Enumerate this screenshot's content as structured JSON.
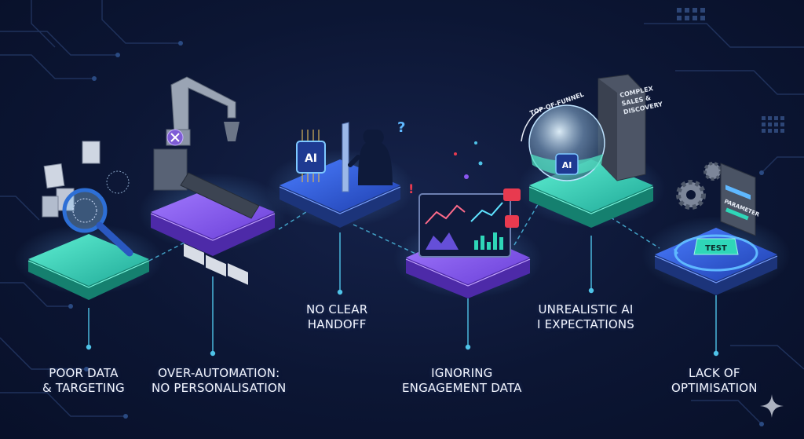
{
  "colors": {
    "background": "#0c1634",
    "teal": "#2fd6b8",
    "purple": "#8a56f0",
    "blue": "#2f5fd9",
    "connector": "#4fc3e8",
    "text": "#f3f6ff"
  },
  "stages": [
    {
      "id": "poor-data",
      "label_lines": [
        "POOR DATA",
        "& TARGETING"
      ],
      "color": "teal",
      "icon": "magnifying-glass-icon"
    },
    {
      "id": "over-automation",
      "label_lines": [
        "OVER-AUTOMATION:",
        "NO PERSONALISATION"
      ],
      "color": "purple",
      "icon": "robotic-arm-icon"
    },
    {
      "id": "no-clear-handoff",
      "label_lines": [
        "NO CLEAR",
        "HANDOFF"
      ],
      "color": "blue",
      "icon": "ai-chip-handoff-icon",
      "chip_text": "AI"
    },
    {
      "id": "ignoring-engagement",
      "label_lines": [
        "IGNORING",
        "ENGAGEMENT DATA"
      ],
      "color": "purple",
      "icon": "analytics-dashboard-icon"
    },
    {
      "id": "unrealistic-ai",
      "label_lines": [
        "UNREALISTIC AI",
        "I EXPECTATIONS"
      ],
      "color": "teal",
      "icon": "crystal-ball-icon",
      "chip_text": "AI",
      "ring_text": "TOP-OF-FUNNEL",
      "panel_text": "COMPLEX SALES & DISCOVERY"
    },
    {
      "id": "lack-of-optimisation",
      "label_lines": [
        "LACK OF",
        "OPTIMISATION"
      ],
      "color": "blue",
      "icon": "test-gears-icon",
      "button_text": "TEST",
      "panel_text": "PARAMETER"
    }
  ]
}
